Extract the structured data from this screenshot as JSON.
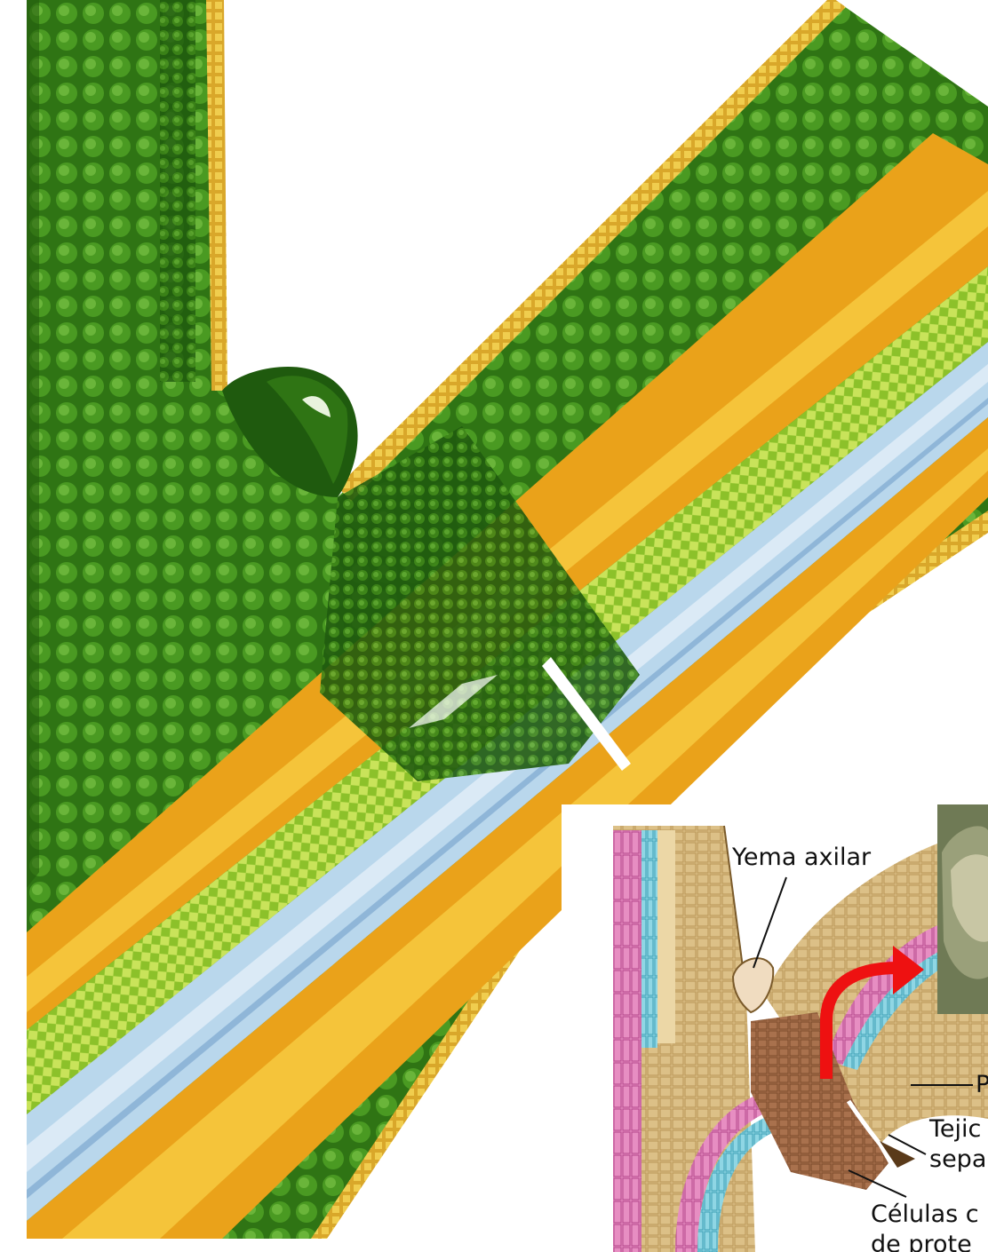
{
  "labels": {
    "axillary_bud": "Yema axilar",
    "label_p": "P",
    "separating_tissue_line1": "Tejic",
    "separating_tissue_line2": "sepa",
    "protective_cells_line1": "Células c",
    "protective_cells_line2": "de prote"
  },
  "colors": {
    "parenchyma_green": "#3f8a1c",
    "cell_dark": "#1f5a0e",
    "epidermis_yellow": "#d9a72a",
    "phloem_orange": "#eaa21a",
    "cambium_light_green": "#a6cf3a",
    "xylem_blue": "#b9d7ec",
    "inset_tan": "#dcc087",
    "inset_pink": "#e78ec2",
    "inset_cyan": "#8fd6e4",
    "abscission_brown": "#a9714d",
    "arrow_red": "#ee1111"
  }
}
